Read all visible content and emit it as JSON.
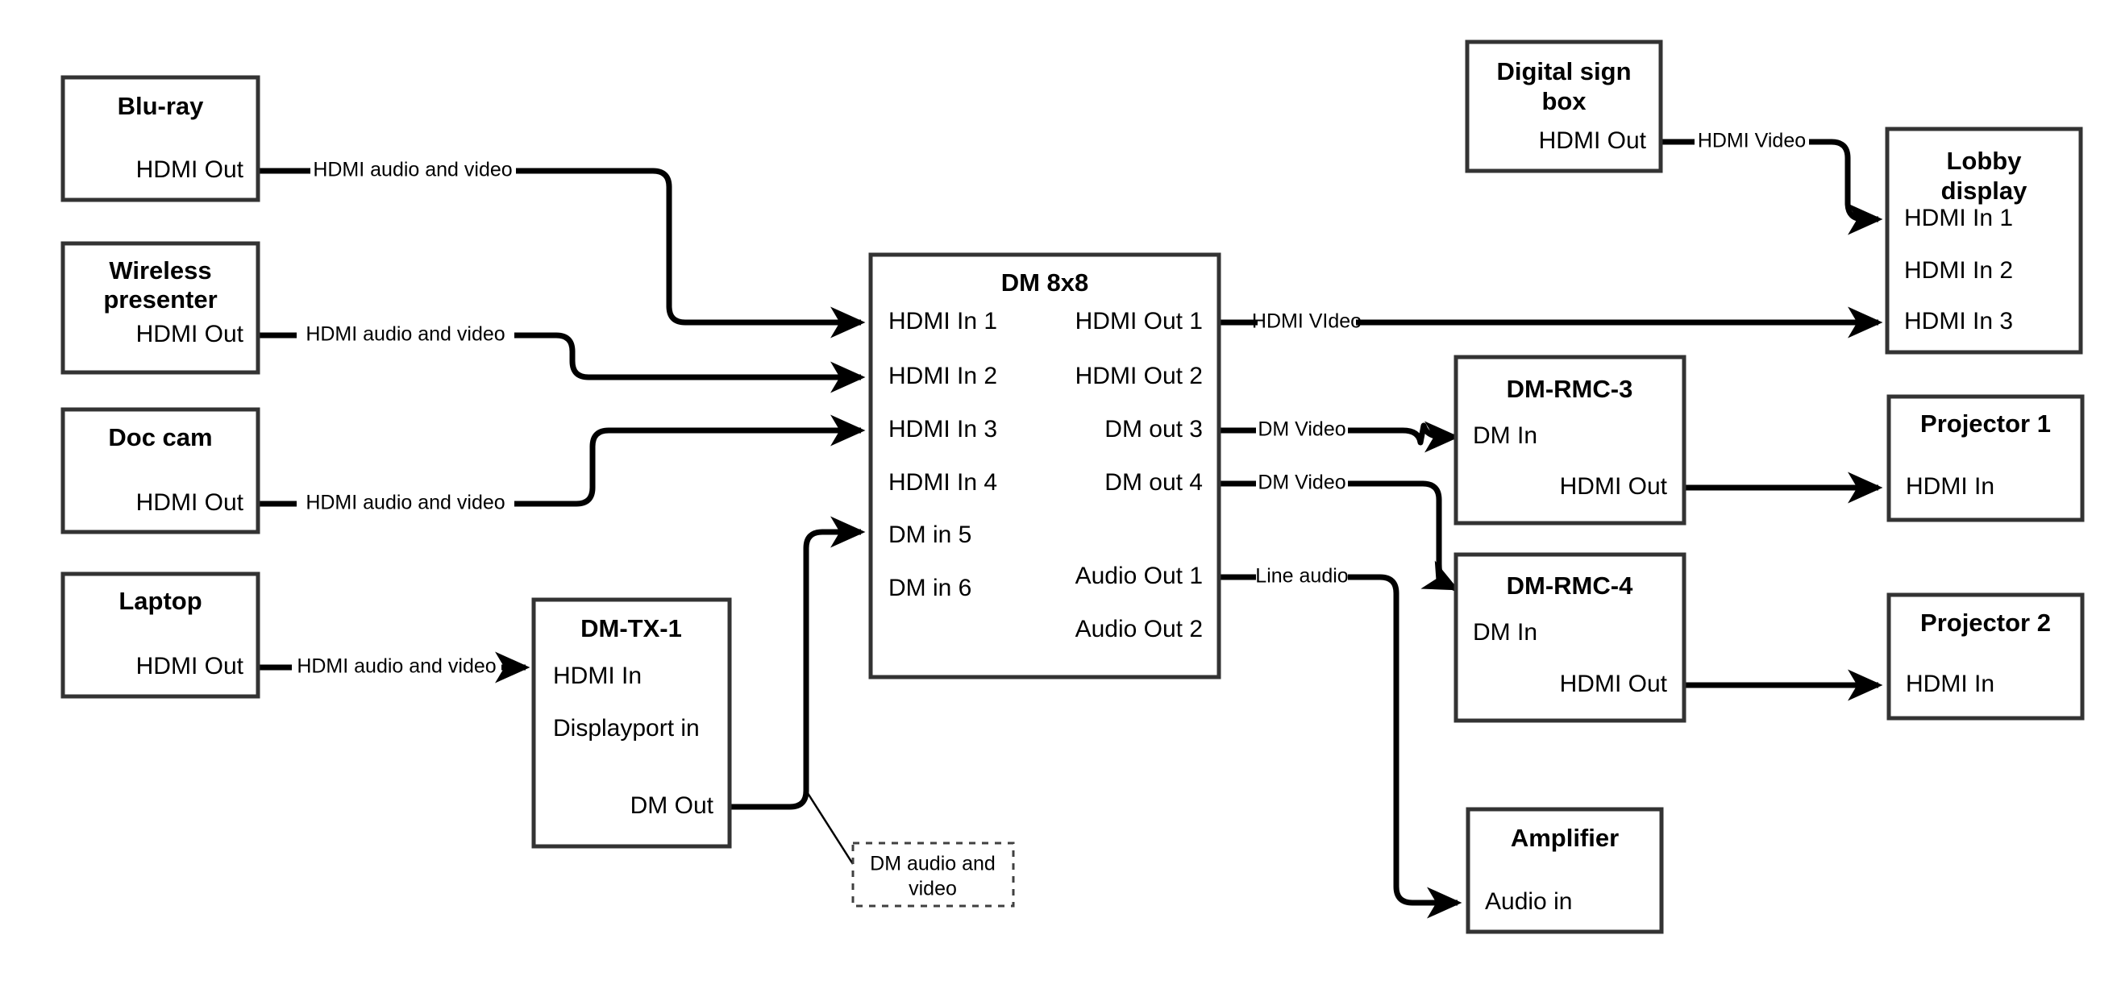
{
  "diagram": {
    "title": "AV Signal Flow Diagram",
    "type": "block-flow",
    "background_color": "#ffffff",
    "line_color": "#000000",
    "box_border_color": "#333333"
  },
  "nodes": {
    "bluray": {
      "title": "Blu-ray",
      "ports": {
        "out1": "HDMI Out"
      }
    },
    "wireless_presenter": {
      "title_line1": "Wireless",
      "title_line2": "presenter",
      "ports": {
        "out1": "HDMI Out"
      }
    },
    "doc_cam": {
      "title": "Doc cam",
      "ports": {
        "out1": "HDMI Out"
      }
    },
    "laptop": {
      "title": "Laptop",
      "ports": {
        "out1": "HDMI Out"
      }
    },
    "dm_tx_1": {
      "title": "DM-TX-1",
      "ports": {
        "in1": "HDMI In",
        "in2": "Displayport in",
        "out1": "DM Out"
      }
    },
    "dm_8x8": {
      "title": "DM 8x8",
      "inputs": [
        "HDMI In 1",
        "HDMI In 2",
        "HDMI In 3",
        "HDMI In 4",
        "DM in 5",
        "DM in 6"
      ],
      "outputs": [
        "HDMI Out 1",
        "HDMI Out 2",
        "DM out 3",
        "DM out 4",
        "Audio Out 1",
        "Audio Out 2"
      ]
    },
    "digital_sign_box": {
      "title_line1": "Digital sign",
      "title_line2": "box",
      "ports": {
        "out1": "HDMI Out"
      }
    },
    "lobby_display": {
      "title_line1": "Lobby",
      "title_line2": "display",
      "ports": {
        "in1": "HDMI In 1",
        "in2": "HDMI In 2",
        "in3": "HDMI In 3"
      }
    },
    "dm_rmc_3": {
      "title": "DM-RMC-3",
      "ports": {
        "in1": "DM In",
        "out1": "HDMI Out"
      }
    },
    "dm_rmc_4": {
      "title": "DM-RMC-4",
      "ports": {
        "in1": "DM In",
        "out1": "HDMI Out"
      }
    },
    "projector_1": {
      "title": "Projector 1",
      "ports": {
        "in1": "HDMI In"
      }
    },
    "projector_2": {
      "title": "Projector 2",
      "ports": {
        "in1": "HDMI In"
      }
    },
    "amplifier": {
      "title": "Amplifier",
      "ports": {
        "in1": "Audio in"
      }
    }
  },
  "edges": {
    "bluray_to_dm": "HDMI audio and video",
    "wireless_to_dm": "HDMI audio and video",
    "doccam_to_dm": "HDMI audio and video",
    "laptop_to_tx": "HDMI audio and video",
    "dm_out1_to_lobby": "HDMI VIdeo",
    "dm_out3_to_rmc3": "DM Video",
    "dm_out4_to_rmc4": "DM Video",
    "dm_audio1_to_amp": "Line audio",
    "sign_to_lobby": "HDMI Video"
  },
  "callouts": {
    "dm_audio_video": {
      "line1": "DM audio and",
      "line2": "video"
    }
  }
}
